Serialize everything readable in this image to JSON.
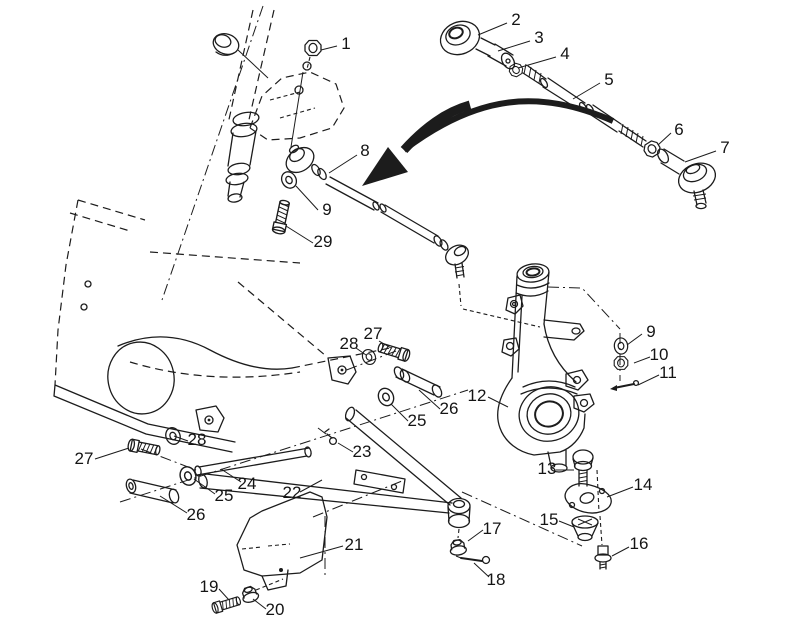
{
  "diagram": {
    "kind": "exploded-parts-diagram",
    "subject": "steering and a-arm suspension assembly",
    "background_color": "#ffffff",
    "line_color": "#1c1c1c",
    "callouts": [
      {
        "id": "part-1",
        "text": "1"
      },
      {
        "id": "part-2",
        "text": "2"
      },
      {
        "id": "part-3",
        "text": "3"
      },
      {
        "id": "part-4",
        "text": "4"
      },
      {
        "id": "part-5",
        "text": "5"
      },
      {
        "id": "part-6",
        "text": "6"
      },
      {
        "id": "part-7",
        "text": "7"
      },
      {
        "id": "part-8",
        "text": "8"
      },
      {
        "id": "part-9-tie-rod",
        "text": "9"
      },
      {
        "id": "part-29",
        "text": "29"
      },
      {
        "id": "part-9-spindle",
        "text": "9"
      },
      {
        "id": "part-10",
        "text": "10"
      },
      {
        "id": "part-11",
        "text": "11"
      },
      {
        "id": "part-12",
        "text": "12"
      },
      {
        "id": "part-27-rear",
        "text": "27"
      },
      {
        "id": "part-28-rear",
        "text": "28"
      },
      {
        "id": "part-26-rear",
        "text": "26"
      },
      {
        "id": "part-25-rear",
        "text": "25"
      },
      {
        "id": "part-28-front",
        "text": "28"
      },
      {
        "id": "part-27-front",
        "text": "27"
      },
      {
        "id": "part-23",
        "text": "23"
      },
      {
        "id": "part-24",
        "text": "24"
      },
      {
        "id": "part-25-front",
        "text": "25"
      },
      {
        "id": "part-22",
        "text": "22"
      },
      {
        "id": "part-26-front",
        "text": "26"
      },
      {
        "id": "part-21",
        "text": "21"
      },
      {
        "id": "part-17",
        "text": "17"
      },
      {
        "id": "part-18",
        "text": "18"
      },
      {
        "id": "part-19",
        "text": "19"
      },
      {
        "id": "part-20",
        "text": "20"
      },
      {
        "id": "part-13",
        "text": "13"
      },
      {
        "id": "part-14",
        "text": "14"
      },
      {
        "id": "part-15",
        "text": "15"
      },
      {
        "id": "part-16",
        "text": "16"
      }
    ]
  }
}
